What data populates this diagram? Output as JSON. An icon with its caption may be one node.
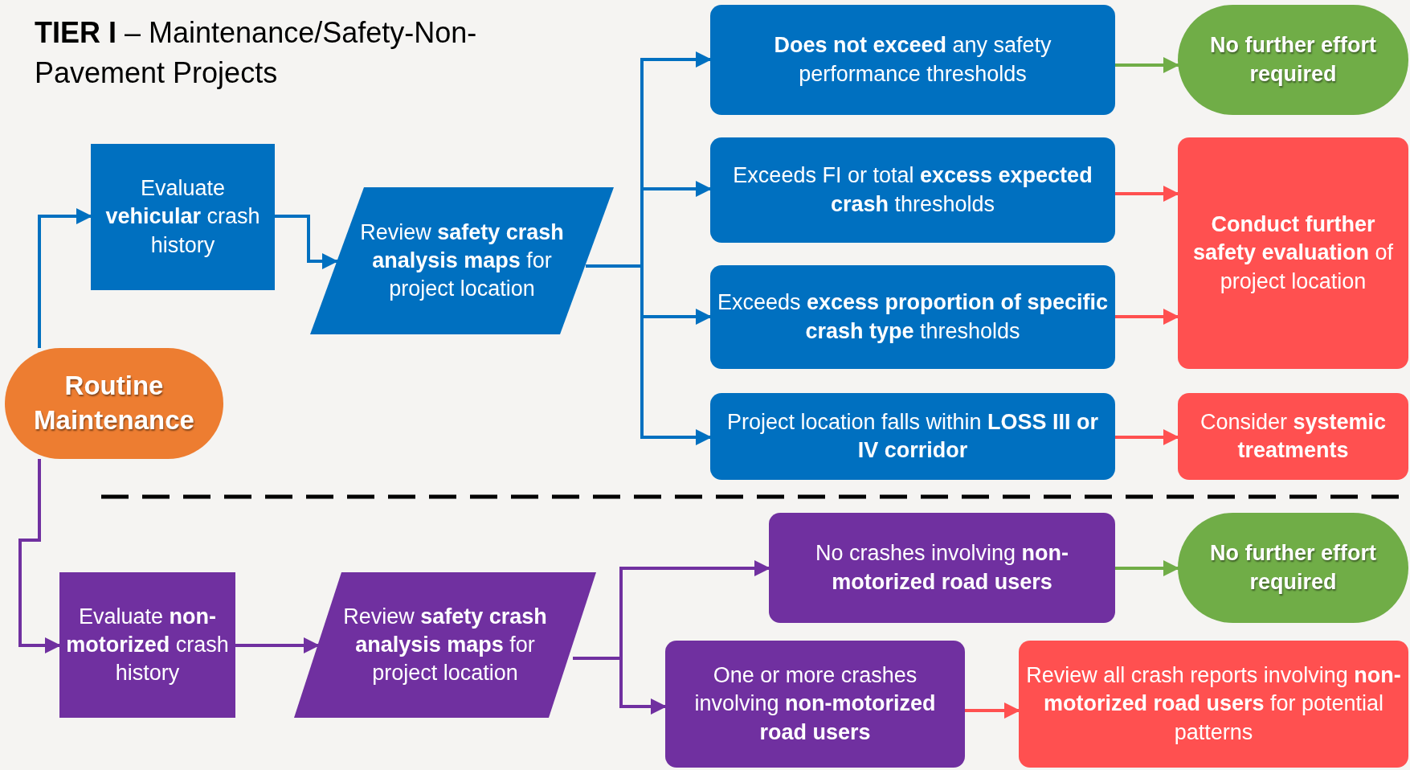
{
  "diagram": {
    "title": "**TIER I** – Maintenance/Safety-Non-Pavement Projects",
    "nodes": [
      {
        "text": [
          "Routine Maintenance"
        ]
      },
      {
        "text": [
          "Evaluate **vehicular** crash history"
        ]
      },
      {
        "text": [
          "Review **safety crash analysis maps** for project location"
        ]
      },
      {
        "text": [
          "**Does not exceed** any safety performance thresholds"
        ]
      },
      {
        "text": [
          "Exceeds FI or total **excess expected crash** thresholds"
        ]
      },
      {
        "text": [
          "Exceeds **excess proportion of specific crash type** thresholds"
        ]
      },
      {
        "text": [
          "Project location falls within **LOSS III or IV corridor**"
        ]
      },
      {
        "text": [
          "No further effort required"
        ]
      },
      {
        "text": [
          "**Conduct further safety evaluation** of project location"
        ]
      },
      {
        "text": [
          "Consider **systemic treatments**"
        ]
      },
      {
        "text": [
          "Evaluate **non-motorized** crash history"
        ]
      },
      {
        "text": [
          "Review **safety crash analysis maps** for project location"
        ]
      },
      {
        "text": [
          "No crashes involving **non-motorized road users**"
        ]
      },
      {
        "text": [
          "One or more crashes involving **non-motorized road users**"
        ]
      },
      {
        "text": [
          "No further effort required"
        ]
      },
      {
        "text": [
          "Review all crash reports involving **non-motorized road users** for potential patterns"
        ]
      }
    ],
    "edges": [
      {
        "from": 0,
        "to": 1,
        "arrow": "to"
      },
      {
        "from": 1,
        "to": 2,
        "arrow": "to"
      },
      {
        "from": 2,
        "to": 3,
        "arrow": "to"
      },
      {
        "from": 2,
        "to": 4,
        "arrow": "to"
      },
      {
        "from": 2,
        "to": 5,
        "arrow": "to"
      },
      {
        "from": 2,
        "to": 6,
        "arrow": "to"
      },
      {
        "from": 3,
        "to": 7,
        "arrow": "to",
        "color": "#70ad47"
      },
      {
        "from": 4,
        "to": 8,
        "arrow": "to",
        "color": "#ff5050"
      },
      {
        "from": 5,
        "to": 8,
        "arrow": "to",
        "color": "#ff5050"
      },
      {
        "from": 6,
        "to": 9,
        "arrow": "to",
        "color": "#ff5050"
      },
      {
        "from": 0,
        "to": 10,
        "arrow": "to",
        "color": "#7030a0"
      },
      {
        "from": 10,
        "to": 11,
        "arrow": "to",
        "color": "#7030a0"
      },
      {
        "from": 11,
        "to": 12,
        "arrow": "to",
        "color": "#7030a0"
      },
      {
        "from": 11,
        "to": 13,
        "arrow": "to",
        "color": "#7030a0"
      },
      {
        "from": 12,
        "to": 14,
        "arrow": "to",
        "color": "#70ad47"
      },
      {
        "from": 13,
        "to": 15,
        "arrow": "to",
        "color": "#ff5050"
      }
    ]
  }
}
